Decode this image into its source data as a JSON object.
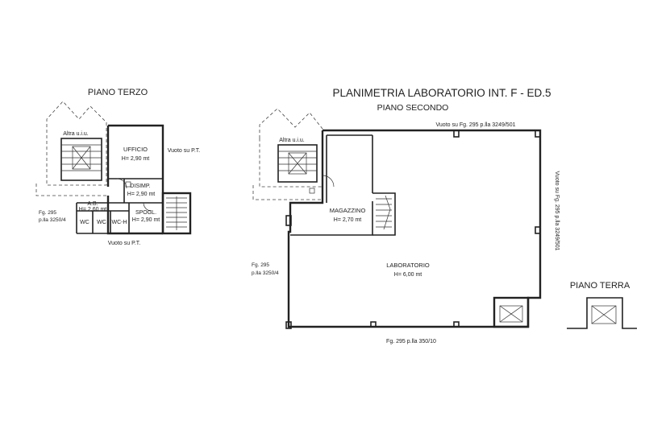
{
  "titles": {
    "main": "PLANIMETRIA LABORATORIO INT. F - ED.5",
    "piano_terzo": "PIANO TERZO",
    "piano_secondo": "PIANO SECONDO",
    "piano_terra": "PIANO TERRA"
  },
  "terzo": {
    "altra_uiu": "Altra u.i.u.",
    "ufficio": "UFFICIO",
    "ufficio_h": "H= 2,90 mt",
    "vuoto_right": "Vuoto su P.T.",
    "disimp": "DISIMP.",
    "disimp_h": "H= 2,90 mt",
    "ab": "A.B.",
    "ab_h": "H= 2,60 mt",
    "wc1": "WC",
    "wc2": "WC",
    "wch": "WC-H",
    "spogl": "SPOGL.",
    "spogl_h": "H= 2,90 mt",
    "fg": "Fg. 295",
    "plla": "p.lla 3250/4",
    "vuoto_bottom": "Vuoto su P.T."
  },
  "secondo": {
    "altra_uiu": "Altra u.i.u.",
    "vuoto_top": "Vuoto su Fg. 295 p.lla 3249/501",
    "vuoto_right": "Vuoto su Fg. 295 p.lla 3249/501",
    "magazzino": "MAGAZZINO",
    "magazzino_h": "H= 2,70 mt",
    "laboratorio": "LABORATORIO",
    "laboratorio_h": "H= 6,00 mt",
    "fg": "Fg. 295",
    "plla": "p.lla 3250/4",
    "bottom": "Fg. 295 p.lla 350/10"
  }
}
